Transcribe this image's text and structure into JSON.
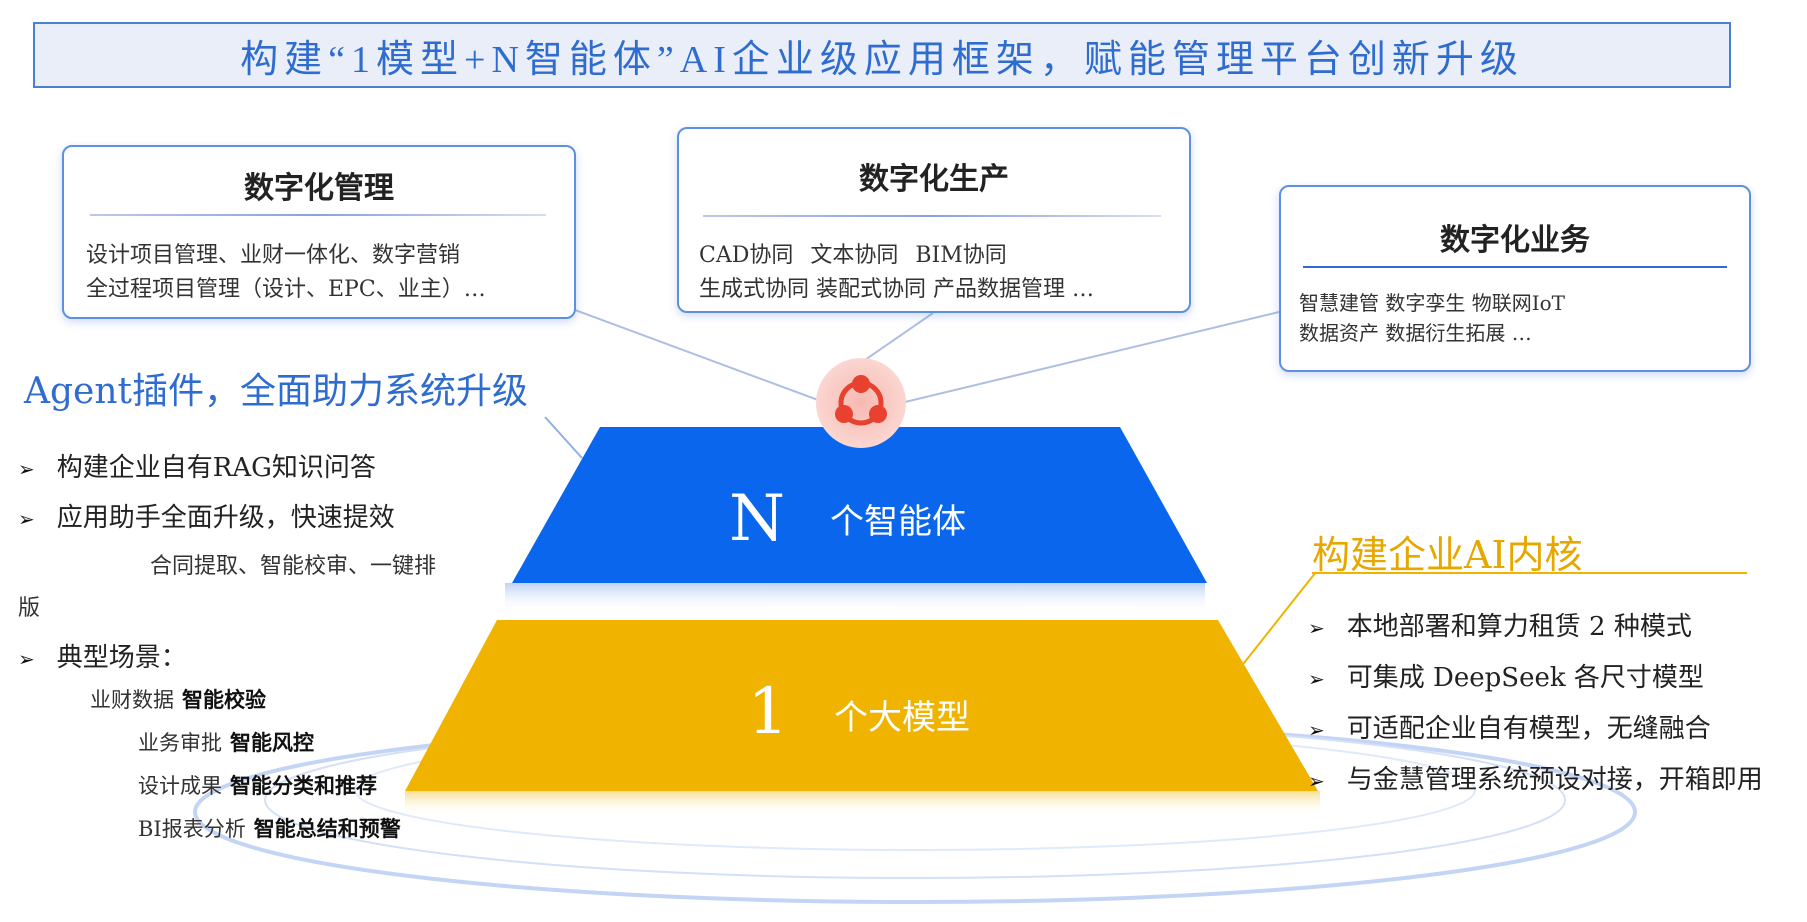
{
  "title": "构建“1模型+N智能体”AI企业级应用框架，赋能管理平台创新升级",
  "cards": {
    "management": {
      "title": "数字化管理",
      "lines": [
        "设计项目管理、业财一体化、数字营销",
        "全过程项目管理（设计、EPC、业主）…"
      ]
    },
    "production": {
      "title": "数字化生产",
      "lines": [
        "CAD协同 文本协同 BIM协同",
        "生成式协同  装配式协同  产品数据管理 …"
      ]
    },
    "business": {
      "title": "数字化业务",
      "lines": [
        "智慧建管   数字孪生   物联网IoT",
        "数据资产   数据衍生拓展  …"
      ]
    }
  },
  "agent": {
    "heading": "Agent插件，全面助力系统升级",
    "items": [
      "构建企业自有RAG知识问答",
      "应用助手全面升级，快速提效"
    ],
    "sub_line": "合同提取、智能校审、一键排",
    "sub_line_wrap": "版",
    "scenes_label": "典型场景：",
    "scenes": [
      {
        "name": "业财数据",
        "value": "智能校验"
      },
      {
        "name": "业务审批",
        "value": "智能风控"
      },
      {
        "name": "设计成果",
        "value": "智能分类和推荐"
      },
      {
        "name": "BI报表分析",
        "value": "智能总结和预警"
      }
    ]
  },
  "pyramid": {
    "top": {
      "letter": "N",
      "label": "个智能体",
      "color": "#0a66ec"
    },
    "bottom": {
      "letter": "1",
      "label": "个大模型",
      "color": "#f0b400"
    }
  },
  "core": {
    "heading": "构建企业AI内核",
    "items": [
      "本地部署和算力租赁 2 种模式",
      "可集成 DeepSeek 各尺寸模型",
      "可适配企业自有模型，无缝融合",
      "与金慧管理系统预设对接，开箱即用"
    ]
  },
  "colors": {
    "accent_blue": "#2e6ccf",
    "accent_gold": "#f0b400",
    "hub_red": "#e8412f"
  },
  "icons": {
    "bullet": "arrowhead-bullet-icon",
    "hub": "share-network-icon"
  }
}
